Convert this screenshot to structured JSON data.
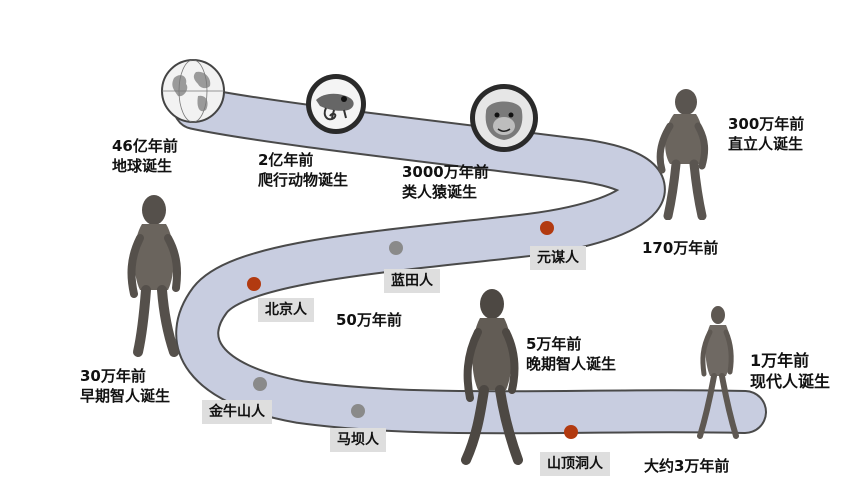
{
  "milestones": {
    "earth": {
      "time": "46亿年前",
      "event": "地球诞生"
    },
    "reptile": {
      "time": "2亿年前",
      "event": "爬行动物诞生"
    },
    "ape": {
      "time": "3000万年前",
      "event": "类人猿诞生"
    },
    "erectus": {
      "time": "300万年前",
      "event": "直立人诞生"
    },
    "early": {
      "time": "30万年前",
      "event": "早期智人诞生"
    },
    "late": {
      "time": "5万年前",
      "event": "晚期智人诞生"
    },
    "modern": {
      "time": "1万年前",
      "event": "现代人诞生"
    }
  },
  "sites": {
    "yuanmou": {
      "name": "元谋人",
      "time": "170万年前",
      "dot": "red"
    },
    "lantian": {
      "name": "蓝田人",
      "dot": "gray"
    },
    "beijing": {
      "name": "北京人",
      "time": "50万年前",
      "dot": "red"
    },
    "jinniushan": {
      "name": "金牛山人",
      "dot": "gray"
    },
    "maba": {
      "name": "马坝人",
      "dot": "gray"
    },
    "shanding": {
      "name": "山顶洞人",
      "time": "大约3万年前",
      "dot": "red"
    }
  },
  "icons": [
    "globe-icon",
    "chameleon-icon",
    "ape-face-icon",
    "erectus-figure-icon",
    "early-sapiens-figure-icon",
    "late-sapiens-figure-icon",
    "modern-human-figure-icon"
  ],
  "colors": {
    "road": "#c8cde0",
    "road_edge": "#555555",
    "dot_red": "#b23a10",
    "dot_gray": "#8a8a8a",
    "site_bg": "#dedede"
  }
}
